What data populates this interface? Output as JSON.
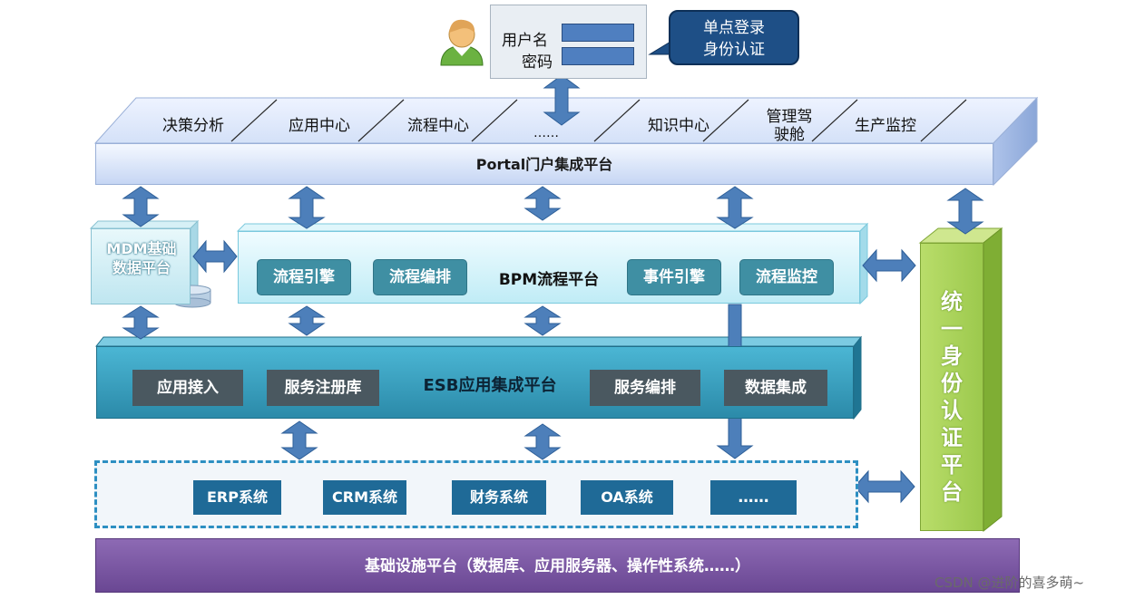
{
  "login": {
    "username_label": "用户名",
    "password_label": "密码",
    "callout": [
      "单点登录",
      "身份认证"
    ]
  },
  "portal": {
    "items": [
      "决策分析",
      "应用中心",
      "流程中心",
      "……",
      "知识中心",
      "管理驾驶舱",
      "生产监控"
    ],
    "title": "Portal门户集成平台"
  },
  "mdm": {
    "label": "MDM基础数据平台"
  },
  "bpm": {
    "title": "BPM流程平台",
    "modules": [
      "流程引擎",
      "流程编排",
      "事件引擎",
      "流程监控"
    ]
  },
  "esb": {
    "title": "ESB应用集成平台",
    "modules": [
      "应用接入",
      "服务注册库",
      "服务编排",
      "数据集成"
    ]
  },
  "systems": {
    "items": [
      "ERP系统",
      "CRM系统",
      "财务系统",
      "OA系统",
      "……"
    ]
  },
  "infra": {
    "title": "基础设施平台（数据库、应用服务器、操作性系统……）"
  },
  "identity": {
    "title": "统一身份认证平台"
  },
  "watermark": "CSDN @进阶的喜多萌~",
  "colors": {
    "arrow": "#4d7fba",
    "portal": "#c6d6f4",
    "bpm": "#c0ecf6",
    "esb": "#2b8aa9",
    "system": "#1f6a97",
    "infra": "#6a4793",
    "identity": "#9cc94d",
    "callout": "#1e4f86"
  }
}
